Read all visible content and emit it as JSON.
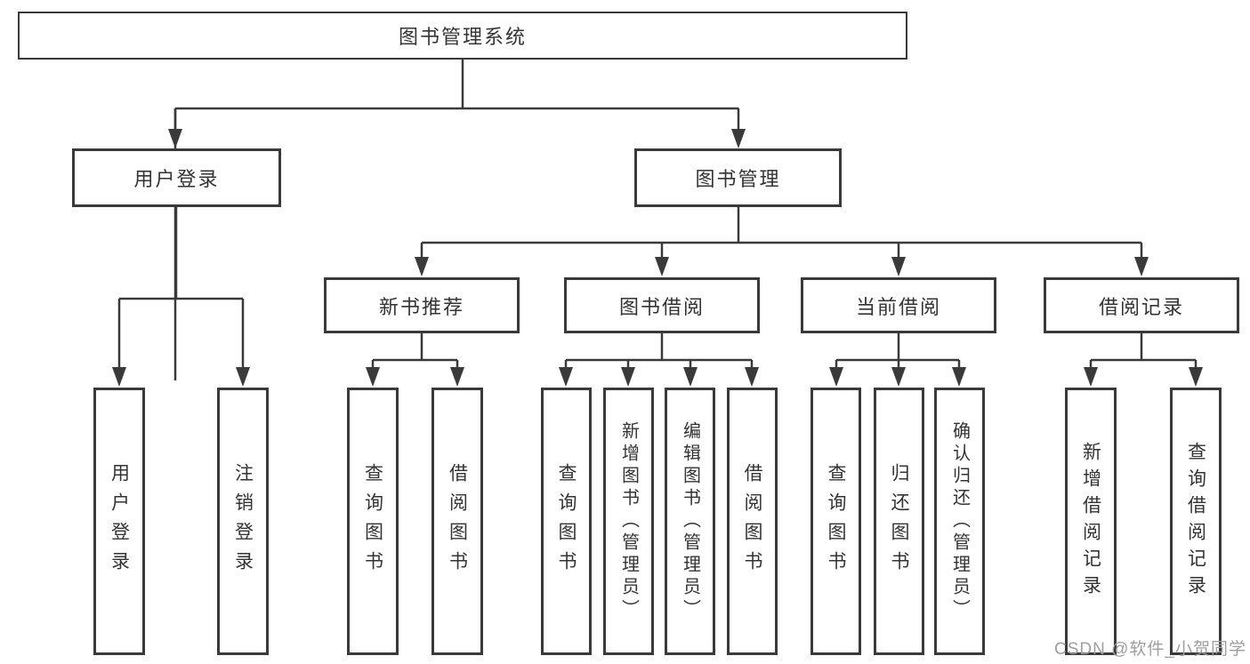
{
  "page": {
    "background": "#ffffff",
    "line_color": "#3a3a3a",
    "box_border_color": "#3a3a3a",
    "text_color": "#333333",
    "watermark_color": "#9e9e9e",
    "watermark": "CSDN @软件_小贺同学"
  },
  "tree": {
    "label": "图书管理系统",
    "children": [
      {
        "label": "用户登录",
        "children": [
          {
            "label": "用户登录"
          },
          {
            "label": "注销登录"
          }
        ]
      },
      {
        "label": "图书管理",
        "children": [
          {
            "label": "新书推荐",
            "children": [
              {
                "label": "查询图书"
              },
              {
                "label": "借阅图书"
              }
            ]
          },
          {
            "label": "图书借阅",
            "children": [
              {
                "label": "查询图书"
              },
              {
                "label": "新增图书（管理员）"
              },
              {
                "label": "编辑图书（管理员）"
              },
              {
                "label": "借阅图书"
              }
            ]
          },
          {
            "label": "当前借阅",
            "children": [
              {
                "label": "查询图书"
              },
              {
                "label": "归还图书"
              },
              {
                "label": "确认归还（管理员）"
              }
            ]
          },
          {
            "label": "借阅记录",
            "children": [
              {
                "label": "新增借阅记录"
              },
              {
                "label": "查询借阅记录"
              }
            ]
          }
        ]
      }
    ]
  }
}
